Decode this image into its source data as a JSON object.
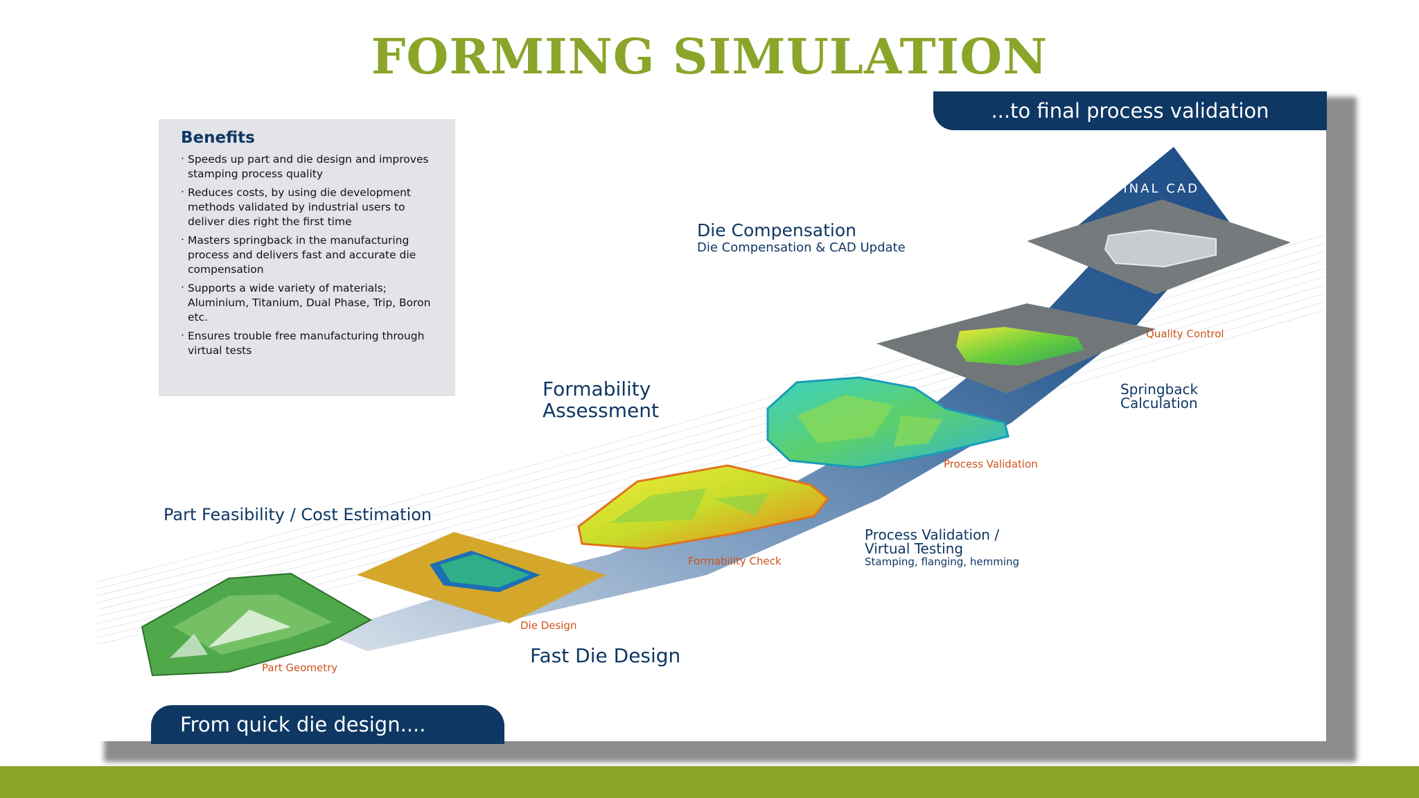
{
  "title": "FORMING SIMULATION",
  "colors": {
    "title_green": "#8aa52a",
    "navy": "#0e3763",
    "orange_label": "#d0521a",
    "benefits_bg": "#e3e4e8"
  },
  "header_tab": "...to final process validation",
  "footer_tab": "From quick die design....",
  "benefits": {
    "heading": "Benefits",
    "items": [
      "Speeds up part and die design and improves stamping process quality",
      "Reduces costs, by using die development methods validated by industrial users to deliver dies right the first time",
      "Masters springback in the manufacturing process and delivers fast and accurate die compensation",
      "Supports a wide variety of materials; Aluminium, Titanium, Dual Phase, Trip, Boron etc.",
      "Ensures trouble free manufacturing through virtual tests"
    ]
  },
  "stages": {
    "part_feasibility": "Part Feasibility / Cost Estimation",
    "fast_die_design": "Fast Die Design",
    "formability_line1": "Formability",
    "formability_line2": "Assessment",
    "process_validation_line1": "Process Validation /",
    "process_validation_line2": "Virtual Testing",
    "process_validation_sub": "Stamping, flanging, hemming",
    "springback_line1": "Springback",
    "springback_line2": "Calculation",
    "die_compensation": "Die Compensation",
    "die_compensation_sub": "Die Compensation & CAD Update",
    "final_cad": "FINAL CAD"
  },
  "step_labels": {
    "part_geometry": "Part Geometry",
    "die_design": "Die Design",
    "formability_check": "Formability Check",
    "process_validation": "Process Validation",
    "quality_control": "Quality Control"
  }
}
